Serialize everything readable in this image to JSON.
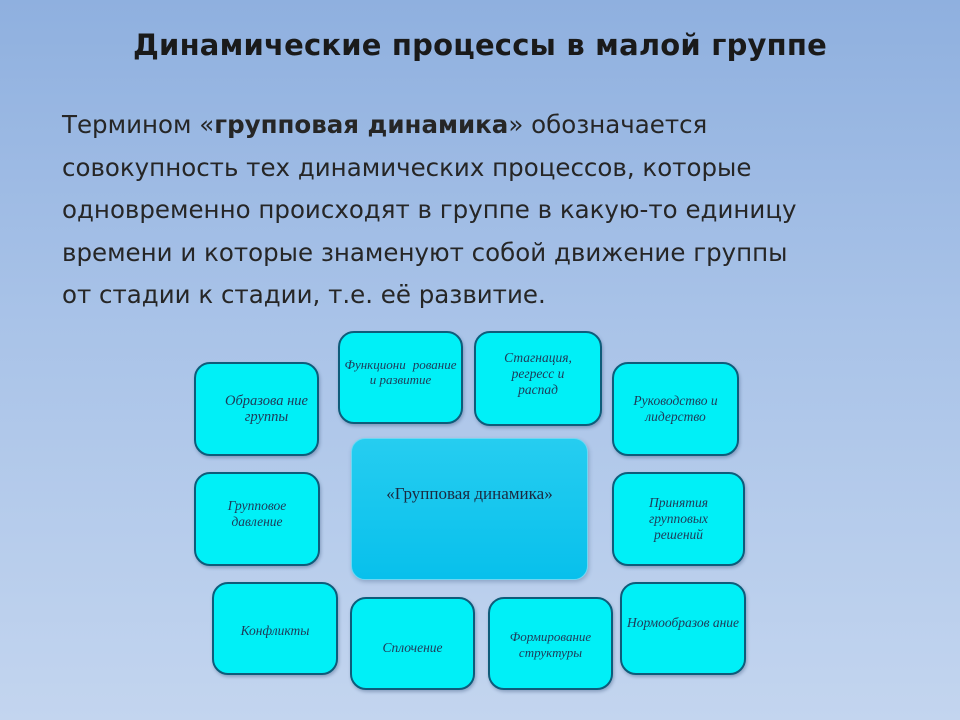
{
  "slide": {
    "title": "Динамические процессы в малой группе",
    "paragraph": {
      "line1_prefix": "Термином «",
      "line1_bold": "групповая динамика",
      "line1_suffix": "» обозначается",
      "line2": "совокупность тех динамических процессов, которые",
      "line3": "одновременно происходят в группе в какую-то единицу",
      "line4": "времени и которые знаменуют собой движение группы",
      "line5": "от стадии к стадии, т.е. её развитие."
    }
  },
  "diagram": {
    "center_label": "«Групповая динамика»",
    "box_color": "#00f0f7",
    "border_color": "#0e5c7a",
    "nodes": [
      {
        "id": "formation",
        "label": "Образова ние группы"
      },
      {
        "id": "functioning",
        "label": "Функциони рование и развитие"
      },
      {
        "id": "stagnation",
        "label": "Стагнация, регресс и распад"
      },
      {
        "id": "leadership",
        "label": "Руководство и лидерство"
      },
      {
        "id": "pressure",
        "label": "Групповое давление"
      },
      {
        "id": "decisions",
        "label": "Принятия групповых решений"
      },
      {
        "id": "conflicts",
        "label": "Конфликты"
      },
      {
        "id": "cohesion",
        "label": "Сплочение"
      },
      {
        "id": "structure",
        "label": "Формирование структуры"
      },
      {
        "id": "norms",
        "label": "Нормообразов ание"
      }
    ]
  }
}
